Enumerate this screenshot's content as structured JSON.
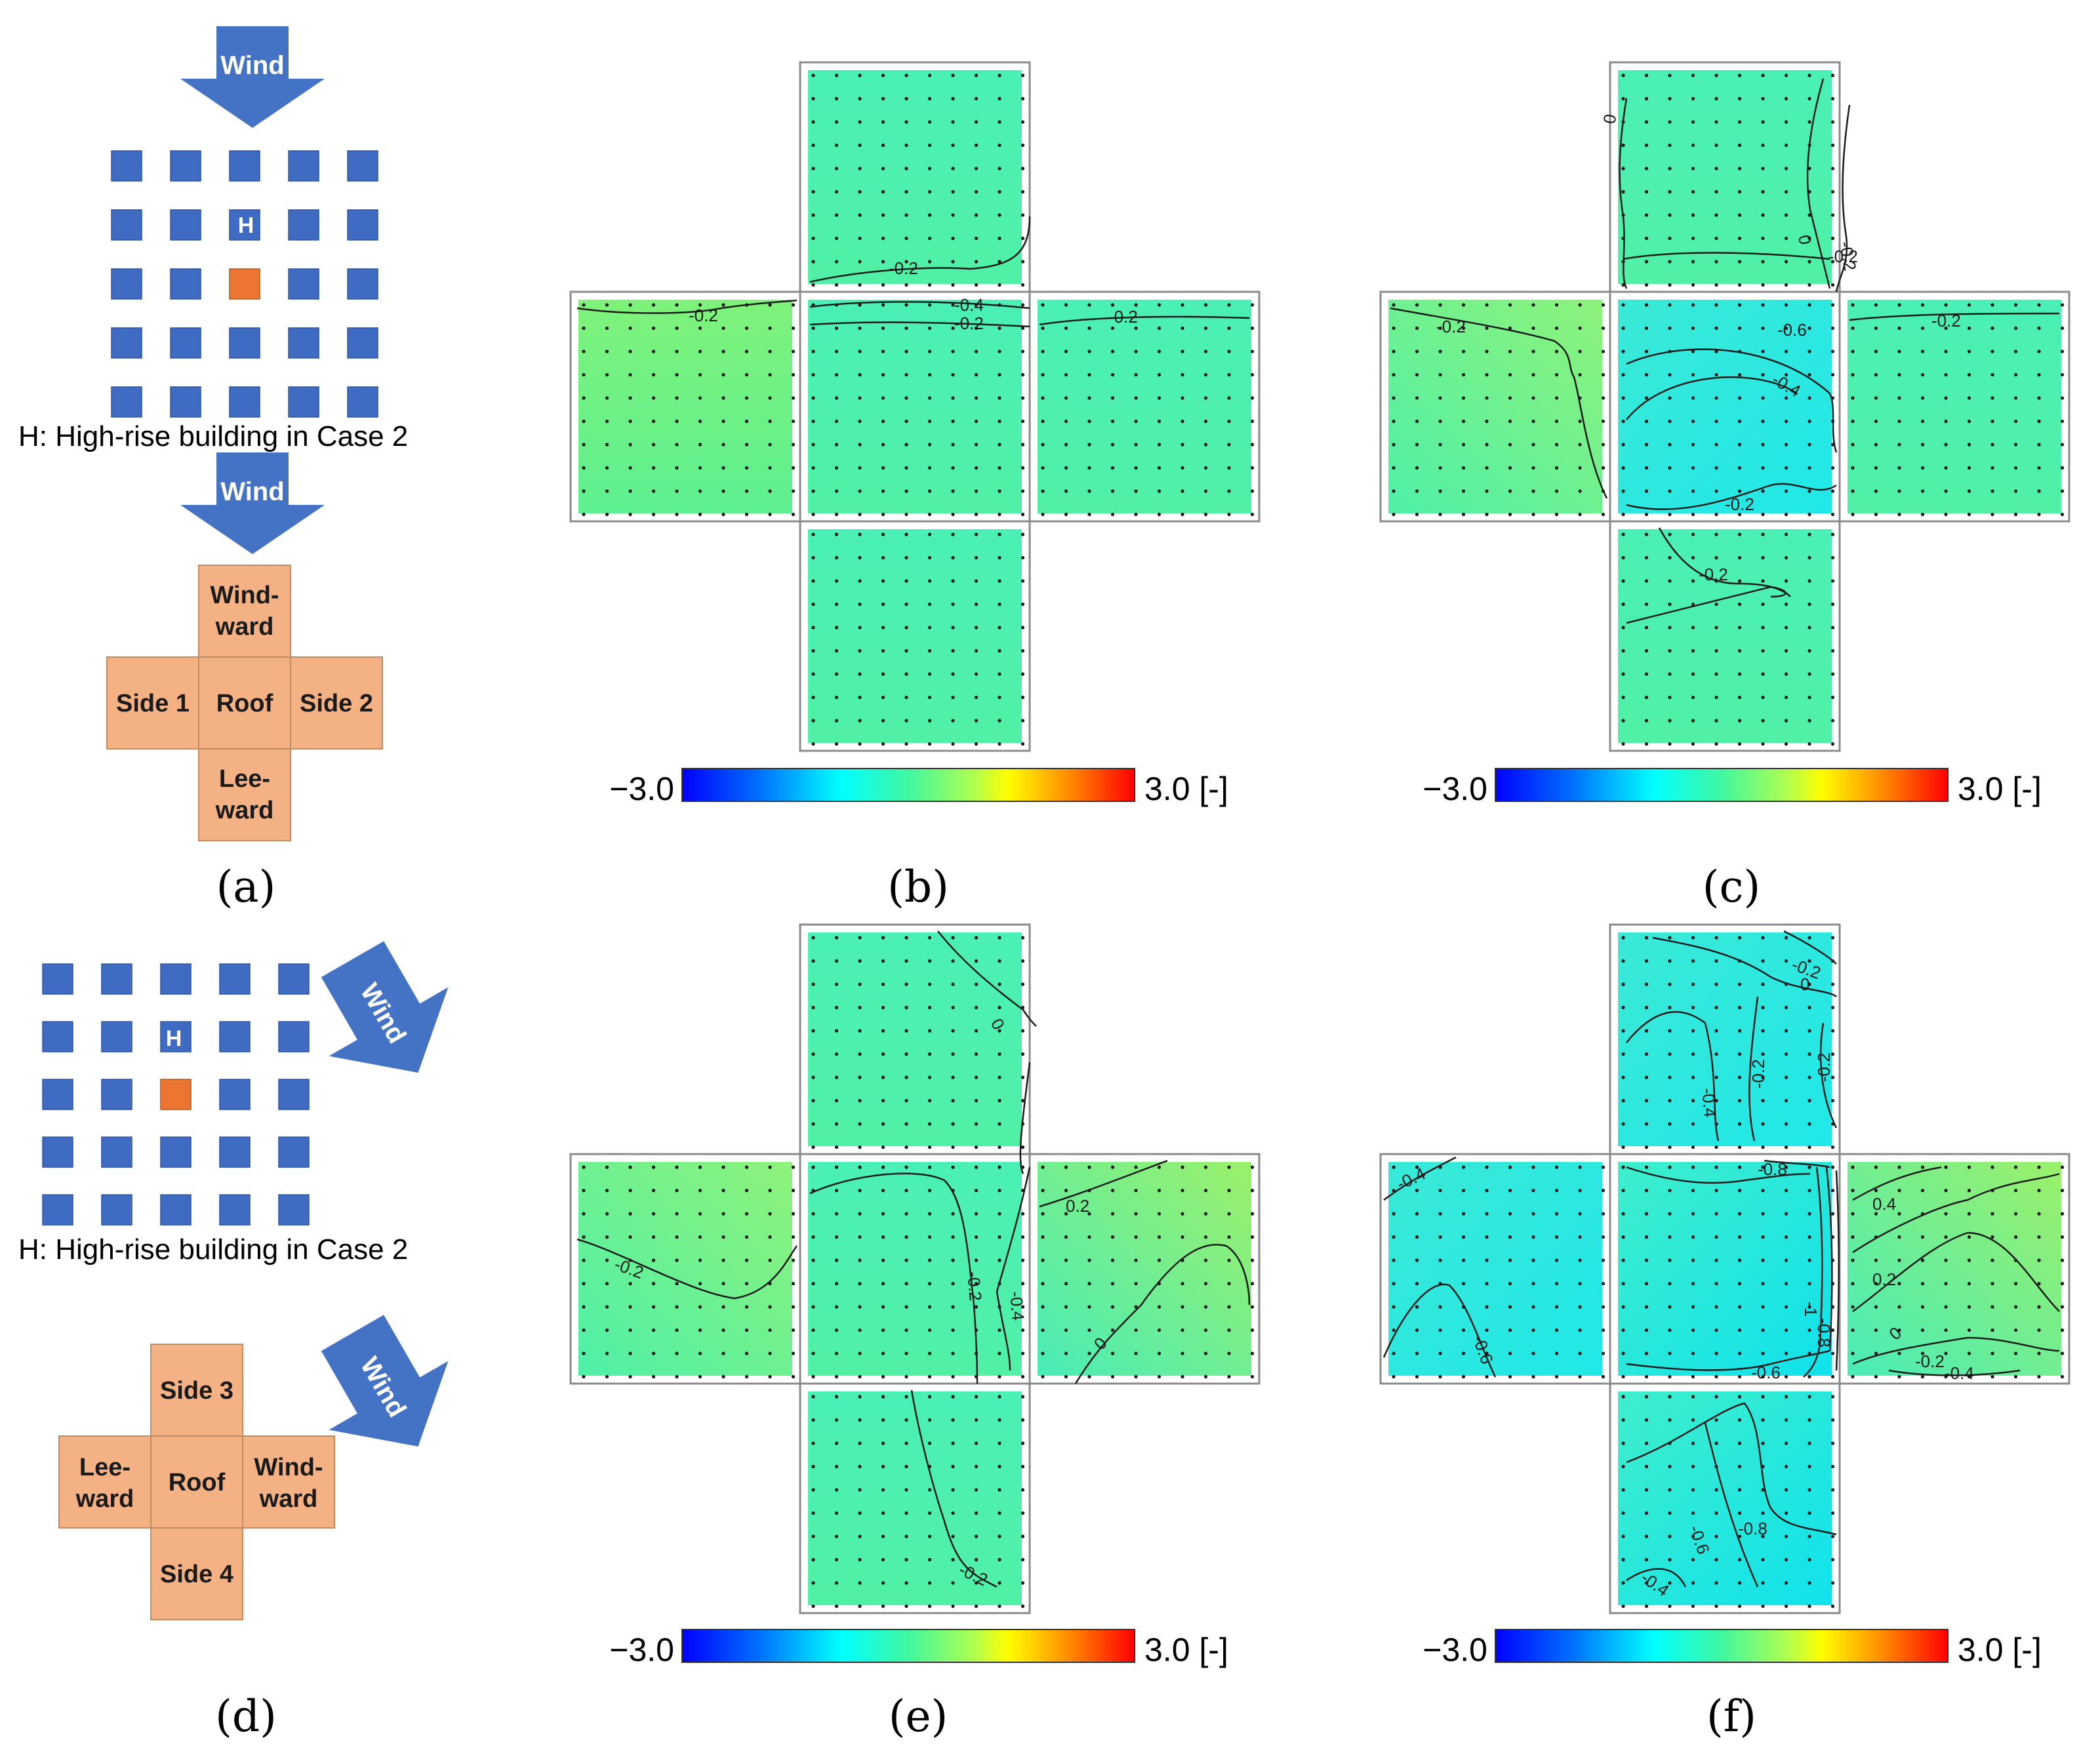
{
  "wind_label": "Wind",
  "highrise_mark": "H",
  "highrise_caption": "H: High-rise building in Case 2",
  "face_labels_a": {
    "windward": [
      "Wind-",
      "ward"
    ],
    "side1": "Side 1",
    "roof": "Roof",
    "side2": "Side 2",
    "leeward": [
      "Lee-",
      "ward"
    ]
  },
  "face_labels_d": {
    "side3": "Side 3",
    "leeward": [
      "Lee-",
      "ward"
    ],
    "roof": "Roof",
    "windward": [
      "Wind-",
      "ward"
    ],
    "side4": "Side 4"
  },
  "panel_labels": [
    "(a)",
    "(b)",
    "(c)",
    "(d)",
    "(e)",
    "(f)"
  ],
  "colorbar": {
    "min_label": "−3.0",
    "max_label": "3.0 [-]",
    "min": -3.0,
    "max": 3.0
  },
  "contours": {
    "b": [
      "-0.2",
      "-0.4",
      "-0.2",
      "-0.2",
      "-0.2"
    ],
    "c": [
      "0",
      "-0.2",
      "0",
      "-0.2",
      "-0.2",
      "-0.6",
      "-0.4",
      "-0.2",
      "-0.2",
      "-0.2"
    ],
    "e": [
      "0",
      "-0.2",
      "-0.2",
      "-0.4",
      "0.2",
      "0",
      "-0.2"
    ],
    "f": [
      "-0.2",
      "0",
      "-0.4",
      "-0.2",
      "-0.2",
      "-0.4",
      "-0.6",
      "-0.8",
      "-1",
      "-0.8",
      "-0.6",
      "0.4",
      "0.2",
      "0",
      "-0.2",
      "-0.4",
      "-0.6",
      "-0.8",
      "-0.4"
    ]
  },
  "colors": {
    "building_blue": "#3f6cc2",
    "target_orange": "#ec7532",
    "face_fill": "#f4b183",
    "arrow_blue": "#4472c4"
  }
}
